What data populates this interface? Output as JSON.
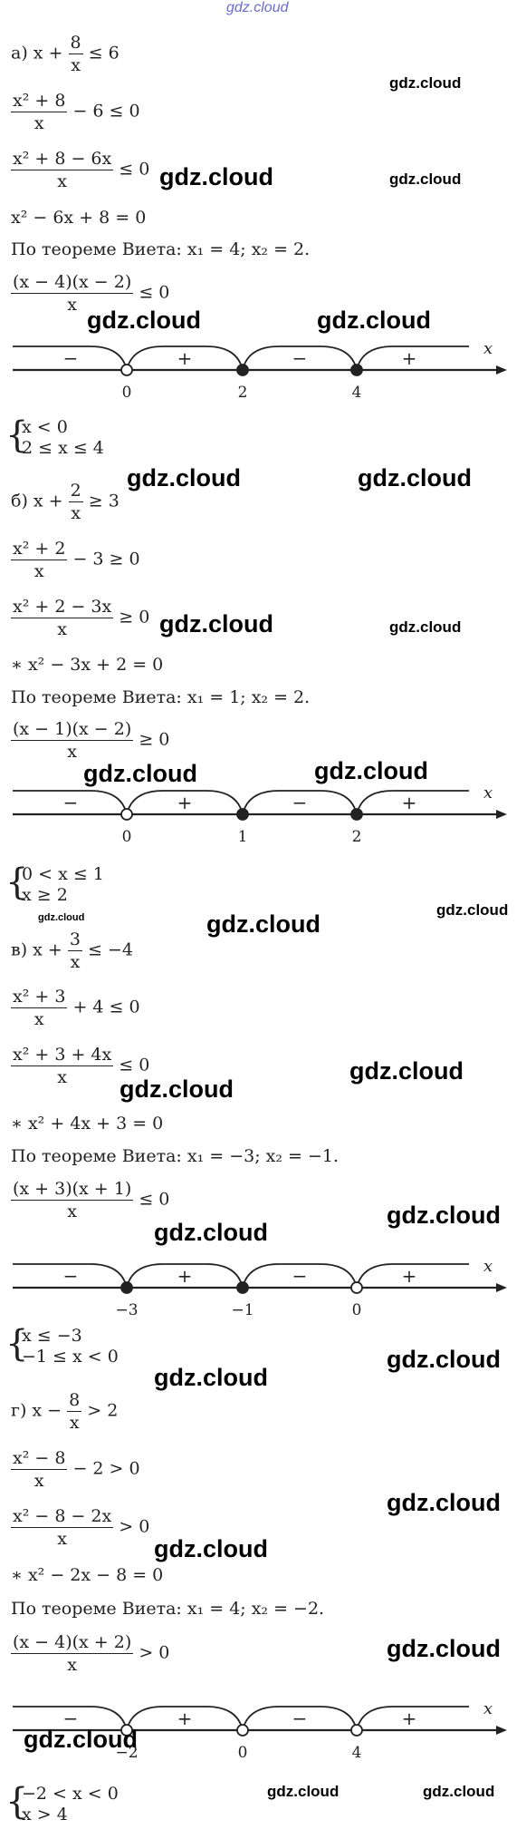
{
  "watermark": "gdz.cloud",
  "parts": {
    "a": {
      "line1_prefix": "а) x +",
      "line1_frac_num": "8",
      "line1_frac_den": "x",
      "line1_suffix": "≤ 6",
      "line2_num": "x² + 8",
      "line2_den": "x",
      "line2_suffix": "− 6 ≤ 0",
      "line3_num": "x² + 8 − 6x",
      "line3_den": "x",
      "line3_suffix": "≤ 0",
      "line4": "x² − 6x + 8 = 0",
      "line5": "По теореме Виета:  x₁ = 4;  x₂ = 2.",
      "line6_num": "(x − 4)(x − 2)",
      "line6_den": "x",
      "line6_suffix": "≤ 0",
      "axis": {
        "var": "x",
        "points": [
          "0",
          "2",
          "4"
        ],
        "filled": [
          false,
          true,
          true
        ],
        "signs": [
          "−",
          "+",
          "−",
          "+"
        ]
      },
      "system": [
        "x < 0",
        "2 ≤ x ≤ 4"
      ]
    },
    "b": {
      "line1_prefix": "б) x +",
      "line1_frac_num": "2",
      "line1_frac_den": "x",
      "line1_suffix": "≥ 3",
      "line2_num": "x² + 2",
      "line2_den": "x",
      "line2_suffix": "− 3 ≥ 0",
      "line3_num": "x² + 2 − 3x",
      "line3_den": "x",
      "line3_suffix": "≥ 0",
      "line4": "∗ x² − 3x + 2 = 0",
      "line5": "По теореме Виета:  x₁ = 1;  x₂ = 2.",
      "line6_num": "(x − 1)(x − 2)",
      "line6_den": "x",
      "line6_suffix": "≥ 0",
      "axis": {
        "var": "x",
        "points": [
          "0",
          "1",
          "2"
        ],
        "filled": [
          false,
          true,
          true
        ],
        "signs": [
          "−",
          "+",
          "−",
          "+"
        ]
      },
      "system": [
        "0 < x ≤ 1",
        "x ≥ 2"
      ]
    },
    "c": {
      "line1_prefix": "в) x +",
      "line1_frac_num": "3",
      "line1_frac_den": "x",
      "line1_suffix": "≤ −4",
      "line2_num": "x² + 3",
      "line2_den": "x",
      "line2_suffix": "+ 4 ≤ 0",
      "line3_num": "x² + 3 + 4x",
      "line3_den": "x",
      "line3_suffix": "≤ 0",
      "line4": "∗ x² + 4x + 3 = 0",
      "line5": "По теореме Виета:  x₁ = −3;  x₂ = −1.",
      "line6_num": "(x + 3)(x + 1)",
      "line6_den": "x",
      "line6_suffix": "≤ 0",
      "axis": {
        "var": "x",
        "points": [
          "−3",
          "−1",
          "0"
        ],
        "filled": [
          true,
          true,
          false
        ],
        "signs": [
          "−",
          "+",
          "−",
          "+"
        ]
      },
      "system": [
        "x ≤ −3",
        "−1 ≤ x < 0"
      ]
    },
    "d": {
      "line1_prefix": "г) x −",
      "line1_frac_num": "8",
      "line1_frac_den": "x",
      "line1_suffix": "> 2",
      "line2_num": "x² − 8",
      "line2_den": "x",
      "line2_suffix": "− 2 > 0",
      "line3_num": "x² − 8 − 2x",
      "line3_den": "x",
      "line3_suffix": "> 0",
      "line4": "∗ x² − 2x − 8 = 0",
      "line5": "По теореме Виета:  x₁ = 4;  x₂ = −2.",
      "line6_num": "(x − 4)(x + 2)",
      "line6_den": "x",
      "line6_suffix": "> 0",
      "axis": {
        "var": "x",
        "points": [
          "−2",
          "0",
          "4"
        ],
        "filled": [
          false,
          false,
          false
        ],
        "signs": [
          "−",
          "+",
          "−",
          "+"
        ]
      },
      "system": [
        "−2 < x < 0",
        "x > 4"
      ]
    }
  }
}
